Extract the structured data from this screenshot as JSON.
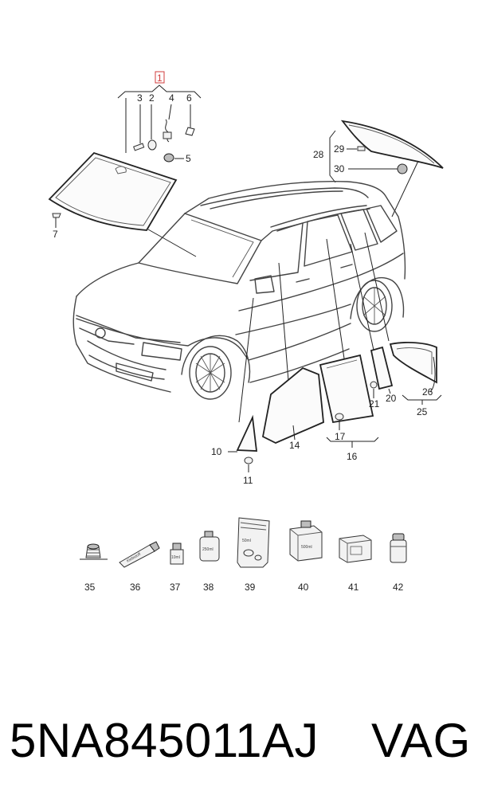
{
  "diagram": {
    "callouts": {
      "c1": "1",
      "c2": "2",
      "c3": "3",
      "c4": "4",
      "c5": "5",
      "c6": "6",
      "c7": "7",
      "c10": "10",
      "c11": "11",
      "c14": "14",
      "c16": "16",
      "c17": "17",
      "c20": "20",
      "c21": "21",
      "c25": "25",
      "c26": "26",
      "c28": "28",
      "c29": "29",
      "c30": "30",
      "c35": "35",
      "c36": "36",
      "c37": "37",
      "c38": "38",
      "c39": "39",
      "c40": "40",
      "c41": "41",
      "c42": "42"
    },
    "package_labels": {
      "tube": "Klebstoff",
      "small_bottle": "10ml",
      "can": "250ml",
      "bag": "50ml",
      "box": "500ml"
    }
  },
  "footer": {
    "part_number": "5NA845011AJ",
    "brand": "VAG"
  }
}
